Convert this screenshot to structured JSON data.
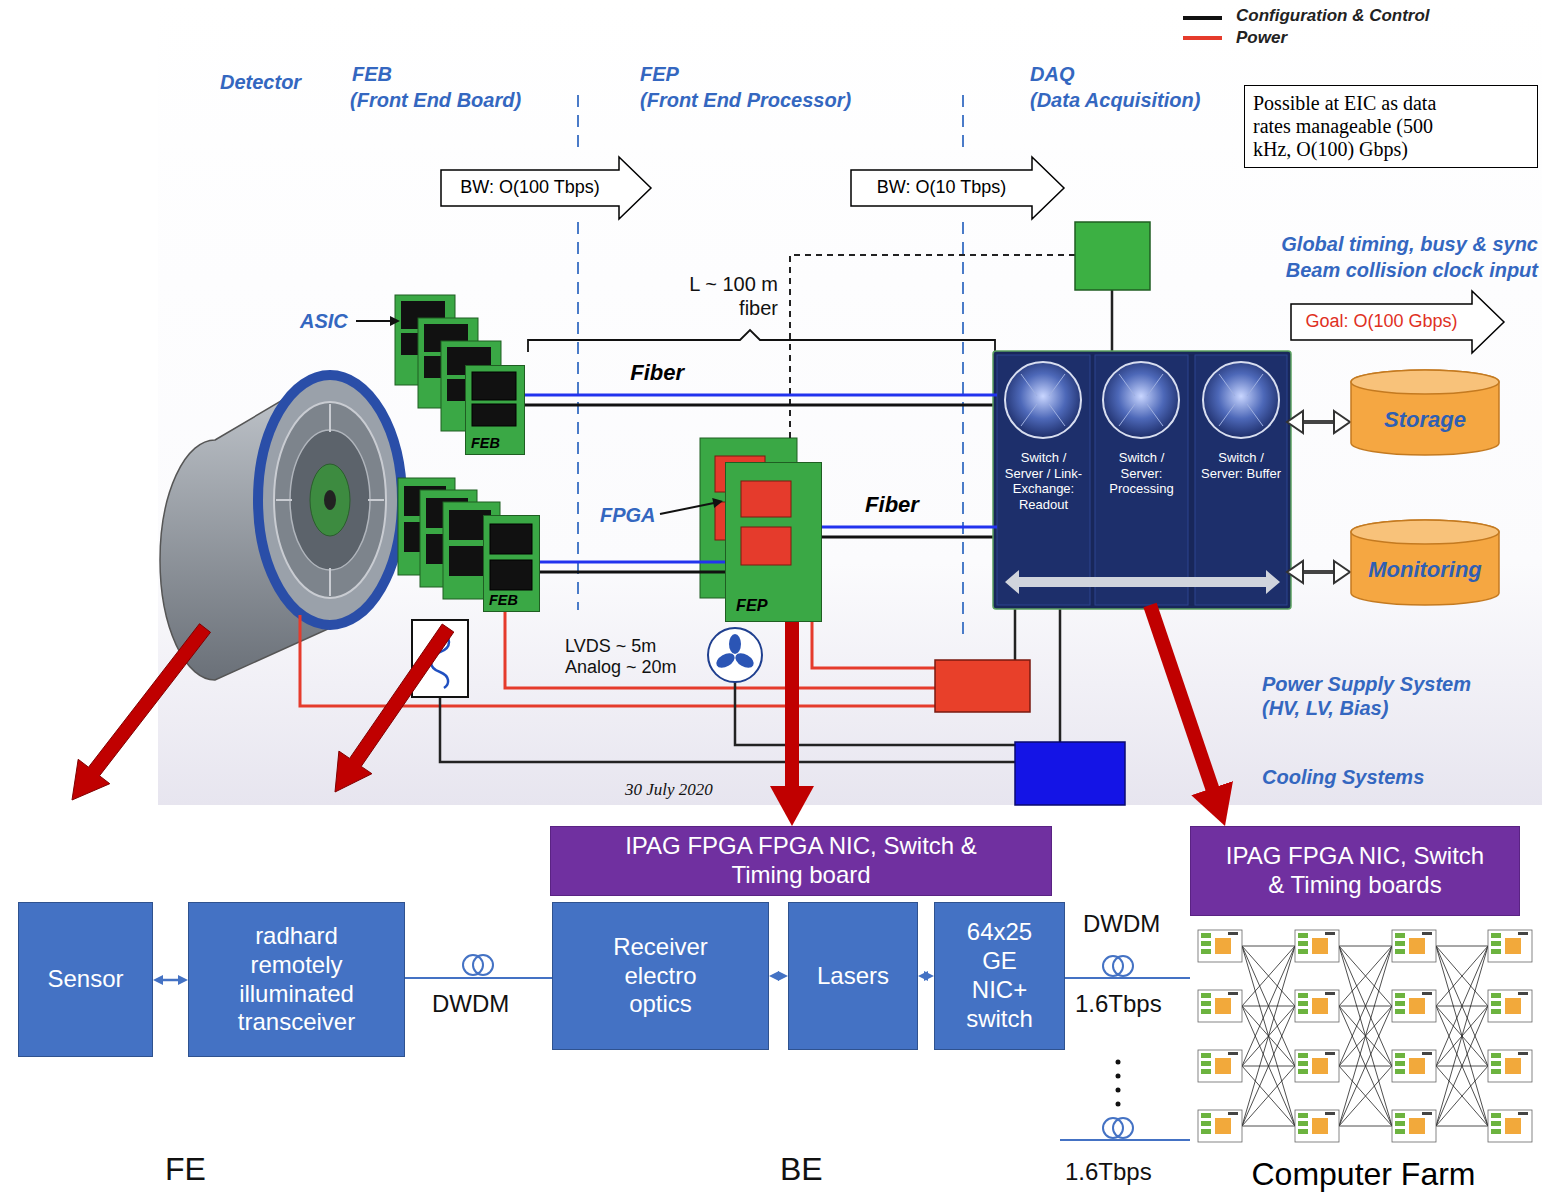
{
  "diagram": {
    "nodes": [
      {
        "text": [
          "Possible at EIC as data rates manageable (500 kHz, O(100) Gbps)"
        ]
      },
      {
        "text": [
          "BW: O(100 Tbps)"
        ]
      },
      {
        "text": [
          "BW: O(10 Tbps)"
        ]
      },
      {
        "text": [
          "Goal: O(100 Gbps)"
        ]
      },
      {
        "text": [
          "FEB"
        ]
      },
      {
        "text": [
          "FEB"
        ]
      },
      {
        "text": [
          "FEP"
        ]
      },
      {
        "text": [
          "Switch / Server / Link-Exchange: Readout"
        ]
      },
      {
        "text": [
          "Switch / Server: Processing"
        ]
      },
      {
        "text": [
          "Switch / Server: Buffer"
        ]
      },
      {
        "text": [
          "Storage"
        ]
      },
      {
        "text": [
          "Monitoring"
        ]
      },
      {
        "text": [
          "Sensor"
        ]
      },
      {
        "text": [
          "radhard remotely illuminated transceiver"
        ]
      },
      {
        "text": [
          "IPAG FPGA FPGA NIC, Switch & Timing board"
        ]
      },
      {
        "text": [
          "Receiver electro optics"
        ]
      },
      {
        "text": [
          "Lasers"
        ]
      },
      {
        "text": [
          "64x25 GE NIC+ switch"
        ]
      },
      {
        "text": [
          "IPAG FPGA NIC, Switch & Timing boards"
        ]
      },
      {
        "text": [
          "Computer Farm"
        ]
      }
    ],
    "edges": [
      {
        "from": 4,
        "to": 7,
        "arrow": "none",
        "label": "Fiber"
      },
      {
        "from": 5,
        "to": 6,
        "arrow": "none"
      },
      {
        "from": 6,
        "to": 7,
        "arrow": "none",
        "label": "Fiber"
      },
      {
        "from": 9,
        "to": 10,
        "arrow": "both"
      },
      {
        "from": 9,
        "to": 11,
        "arrow": "both"
      },
      {
        "from": 6,
        "to": 14,
        "arrow": "to"
      },
      {
        "from": 8,
        "to": 18,
        "arrow": "to"
      },
      {
        "from": 12,
        "to": 13,
        "arrow": "both"
      },
      {
        "from": 13,
        "to": 15,
        "arrow": "none"
      },
      {
        "from": 15,
        "to": 16,
        "arrow": "both"
      },
      {
        "from": 16,
        "to": 17,
        "arrow": "both"
      },
      {
        "from": 17,
        "to": 19,
        "arrow": "none"
      }
    ],
    "labels": [
      "Detector",
      "FEB",
      "(Front End Board)",
      "FEP",
      "(Front End Processor)",
      "DAQ",
      "(Data Acquisition)",
      "L ~ 100 m fiber",
      "Global timing, busy & sync",
      "Beam collision clock input",
      "ASIC",
      "FPGA",
      "LVDS ~ 5m Analog ~ 20m",
      "Power Supply System (HV, LV, Bias)",
      "Cooling Systems",
      "30 July 2020",
      "DWDM",
      "DWDM",
      "1.6Tbps",
      "1.6Tbps",
      "FE",
      "BE"
    ],
    "legend": [
      {
        "text": "Configuration & Control"
      },
      {
        "text": "Power"
      }
    ]
  }
}
